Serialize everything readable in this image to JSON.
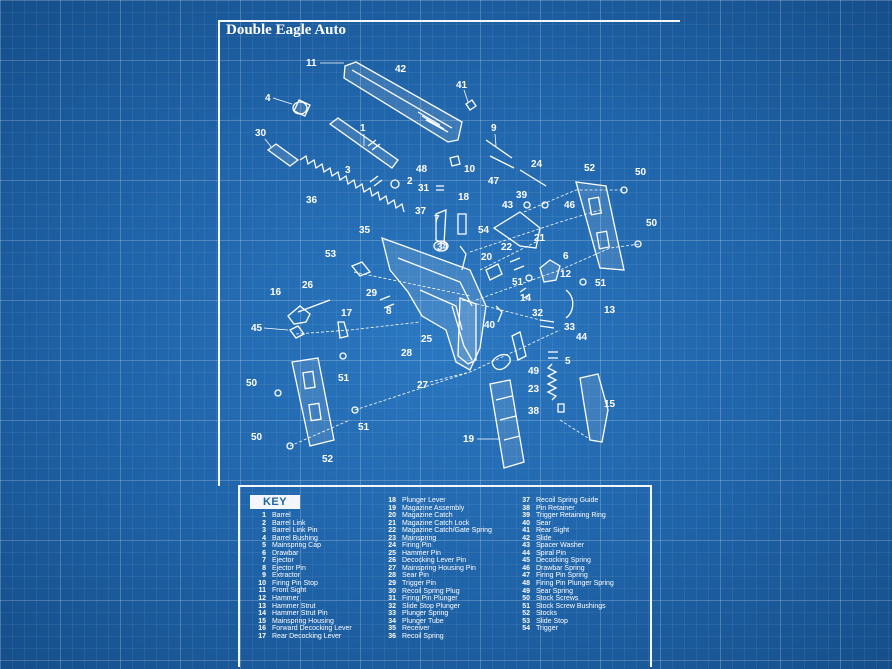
{
  "title": "Double Eagle Auto",
  "key": {
    "title": "KEY",
    "col1": [
      {
        "num": "1",
        "name": "Barrel"
      },
      {
        "num": "2",
        "name": "Barrel Link"
      },
      {
        "num": "3",
        "name": "Barrel Link Pin"
      },
      {
        "num": "4",
        "name": "Barrel Bushing"
      },
      {
        "num": "5",
        "name": "Mainspring Cap"
      },
      {
        "num": "6",
        "name": "Drawbar"
      },
      {
        "num": "7",
        "name": "Ejector"
      },
      {
        "num": "8",
        "name": "Ejector Pin"
      },
      {
        "num": "9",
        "name": "Extractor"
      },
      {
        "num": "10",
        "name": "Firing Pin Stop"
      },
      {
        "num": "11",
        "name": "Front Sight"
      },
      {
        "num": "12",
        "name": "Hammer"
      },
      {
        "num": "13",
        "name": "Hammer Strut"
      },
      {
        "num": "14",
        "name": "Hammer Strut Pin"
      },
      {
        "num": "15",
        "name": "Mainspring Housing"
      },
      {
        "num": "16",
        "name": "Forward Decocking Lever"
      },
      {
        "num": "17",
        "name": "Rear Decocking Lever"
      }
    ],
    "col2": [
      {
        "num": "18",
        "name": "Plunger Lever"
      },
      {
        "num": "19",
        "name": "Magazine Assembly"
      },
      {
        "num": "20",
        "name": "Magazine Catch"
      },
      {
        "num": "21",
        "name": "Magazine Catch Lock"
      },
      {
        "num": "22",
        "name": "Magazine Catch/Gate Spring"
      },
      {
        "num": "23",
        "name": "Mainspring"
      },
      {
        "num": "24",
        "name": "Firing Pin"
      },
      {
        "num": "25",
        "name": "Hammer Pin"
      },
      {
        "num": "26",
        "name": "Decocking Lever Pin"
      },
      {
        "num": "27",
        "name": "Mainspring Housing Pin"
      },
      {
        "num": "28",
        "name": "Sear Pin"
      },
      {
        "num": "29",
        "name": "Trigger Pin"
      },
      {
        "num": "30",
        "name": "Recoil Spring Plug"
      },
      {
        "num": "31",
        "name": "Firing Pin Plunger"
      },
      {
        "num": "32",
        "name": "Slide Stop Plunger"
      },
      {
        "num": "33",
        "name": "Plunger Spring"
      },
      {
        "num": "34",
        "name": "Plunger Tube"
      },
      {
        "num": "35",
        "name": "Receiver"
      },
      {
        "num": "36",
        "name": "Recoil Spring"
      }
    ],
    "col3": [
      {
        "num": "37",
        "name": "Recoil Spring Guide"
      },
      {
        "num": "38",
        "name": "Pin Retainer"
      },
      {
        "num": "39",
        "name": "Trigger Retaining Ring"
      },
      {
        "num": "40",
        "name": "Sear"
      },
      {
        "num": "41",
        "name": "Rear Sight"
      },
      {
        "num": "42",
        "name": "Slide"
      },
      {
        "num": "43",
        "name": "Spacer Washer"
      },
      {
        "num": "44",
        "name": "Spiral Pin"
      },
      {
        "num": "45",
        "name": "Decocking Spring"
      },
      {
        "num": "46",
        "name": "Drawbar Spring"
      },
      {
        "num": "47",
        "name": "Firing Pin Spring"
      },
      {
        "num": "48",
        "name": "Firing Pin Plunger Spring"
      },
      {
        "num": "49",
        "name": "Sear Spring"
      },
      {
        "num": "50",
        "name": "Stock Screws"
      },
      {
        "num": "51",
        "name": "Stock Screw Bushings"
      },
      {
        "num": "52",
        "name": "Stocks"
      },
      {
        "num": "53",
        "name": "Slide Stop"
      },
      {
        "num": "54",
        "name": "Trigger"
      }
    ]
  },
  "callouts": {
    "c1": "1",
    "c2": "2",
    "c3": "3",
    "c4": "4",
    "c5": "5",
    "c6": "6",
    "c7": "7",
    "c8": "8",
    "c9": "9",
    "c10": "10",
    "c11": "11",
    "c12": "12",
    "c13": "13",
    "c14": "14",
    "c15": "15",
    "c16": "16",
    "c17": "17",
    "c18": "18",
    "c19": "19",
    "c20": "20",
    "c21": "21",
    "c22": "22",
    "c23": "23",
    "c24": "24",
    "c25": "25",
    "c26": "26",
    "c27": "27",
    "c28": "28",
    "c29": "29",
    "c30": "30",
    "c31": "31",
    "c32": "32",
    "c33": "33",
    "c34": "34",
    "c35": "35",
    "c36": "36",
    "c37": "37",
    "c38": "38",
    "c39": "39",
    "c40": "40",
    "c41": "41",
    "c42": "42",
    "c43": "43",
    "c44": "44",
    "c45": "45",
    "c46": "46",
    "c47": "47",
    "c48": "48",
    "c49": "49",
    "c50a": "50",
    "c50b": "50",
    "c50c": "50",
    "c50d": "50",
    "c51a": "51",
    "c51b": "51",
    "c51c": "51",
    "c51d": "51",
    "c52a": "52",
    "c52b": "52",
    "c53": "53",
    "c54": "54"
  }
}
